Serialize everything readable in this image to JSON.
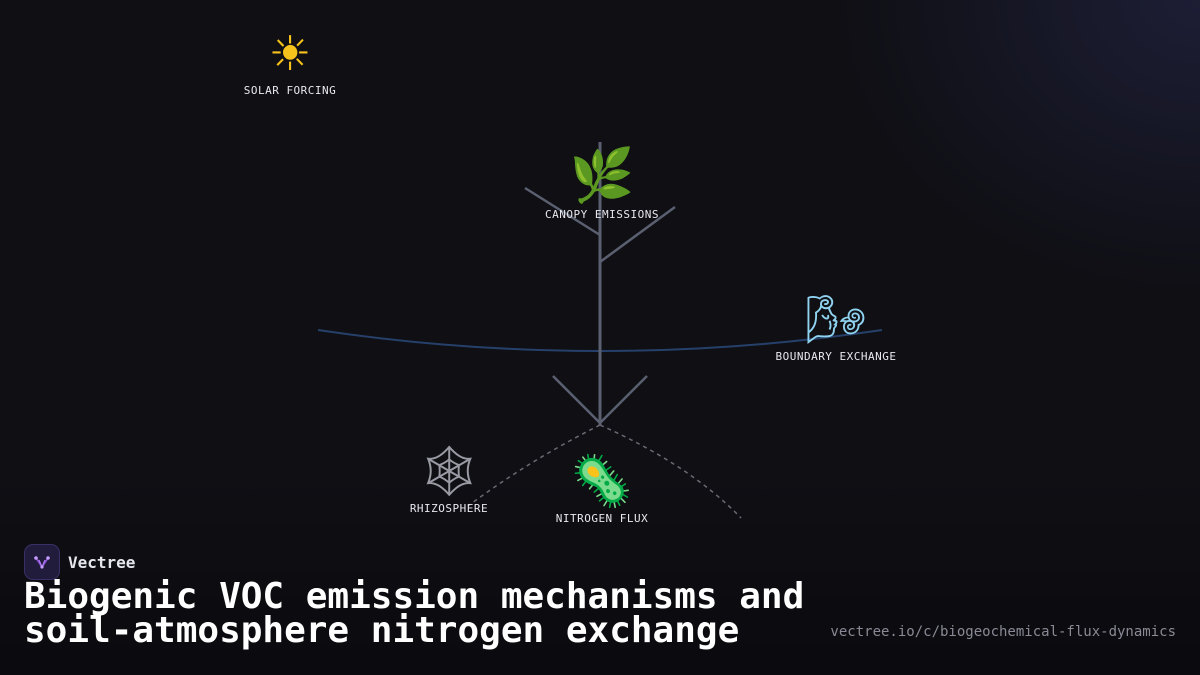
{
  "nodes": {
    "solar": {
      "label": "SOLAR FORCING",
      "icon": "sun-icon",
      "glyph": "☀"
    },
    "canopy": {
      "label": "CANOPY EMISSIONS",
      "icon": "herb-icon",
      "glyph": "🌿"
    },
    "boundary": {
      "label": "BOUNDARY EXCHANGE",
      "icon": "wind-face-icon",
      "glyph": "🌬"
    },
    "rhizosphere": {
      "label": "RHIZOSPHERE",
      "icon": "spider-web-icon",
      "glyph": "🕸"
    },
    "nitrogen": {
      "label": "NITROGEN FLUX",
      "icon": "microbe-icon",
      "glyph": "🦠"
    }
  },
  "brand": {
    "name": "Vectree"
  },
  "title": {
    "line1": "Biogenic VOC emission mechanisms and",
    "line2": "soil-atmosphere nitrogen exchange"
  },
  "url": "vectree.io/c/biogeochemical-flux-dynamics",
  "colors": {
    "background": "#0f0f14",
    "stem": "#5a6070",
    "boundary_curve": "#26406a",
    "root_dotted": "#6a6a74",
    "brand_accent": "#8a4fd8"
  }
}
